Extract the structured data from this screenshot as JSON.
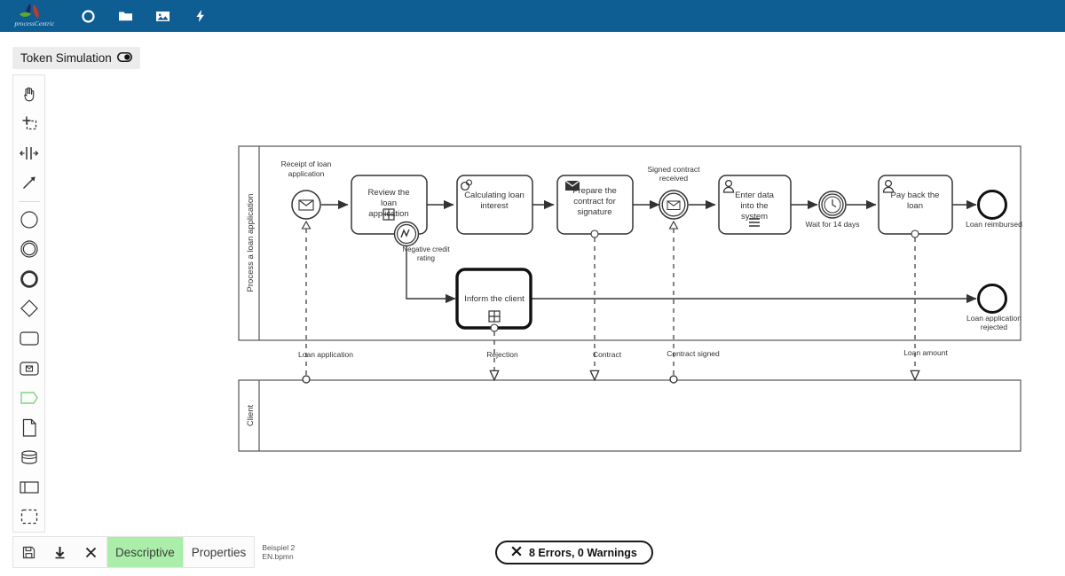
{
  "header": {
    "brand_name": "processCentric",
    "brand_colors": {
      "dark_blue": "#1f2a63",
      "red": "#c0392b",
      "green": "#5aa832",
      "bar": "#0e5d93"
    },
    "icons": [
      {
        "name": "circle-icon",
        "label": "New"
      },
      {
        "name": "folder-icon",
        "label": "Open"
      },
      {
        "name": "image-icon",
        "label": "Export image"
      },
      {
        "name": "lightning-icon",
        "label": "Actions"
      }
    ]
  },
  "token_simulation": {
    "label": "Token Simulation",
    "toggle_icon": "toggle-icon",
    "enabled": false
  },
  "palette": {
    "items": [
      {
        "name": "hand-tool",
        "label": "Activate the hand tool"
      },
      {
        "name": "lasso-tool",
        "label": "Activate the lasso tool"
      },
      {
        "name": "space-tool",
        "label": "Activate the create/remove space tool"
      },
      {
        "name": "global-connect-tool",
        "label": "Activate the global connect tool"
      },
      {
        "name": "start-event",
        "label": "Create StartEvent"
      },
      {
        "name": "intermediate-event",
        "label": "Create Intermediate/Boundary Event"
      },
      {
        "name": "end-event",
        "label": "Create EndEvent"
      },
      {
        "name": "gateway",
        "label": "Create Gateway"
      },
      {
        "name": "task",
        "label": "Create Task"
      },
      {
        "name": "subprocess-expanded",
        "label": "Create expanded SubProcess"
      },
      {
        "name": "data-object",
        "label": "Create DataObjectReference"
      },
      {
        "name": "data-store",
        "label": "Create DataStoreReference"
      },
      {
        "name": "participant",
        "label": "Create Pool/Participant"
      },
      {
        "name": "group",
        "label": "Create Group"
      }
    ],
    "active_item": "data-object",
    "active_color": "#7ed47e"
  },
  "bottom_bar": {
    "icons": [
      {
        "name": "save-icon",
        "label": "Save"
      },
      {
        "name": "download-icon",
        "label": "Download"
      },
      {
        "name": "close-icon",
        "label": "Close"
      }
    ],
    "tabs": [
      {
        "name": "tab-descriptive",
        "label": "Descriptive",
        "active": true
      },
      {
        "name": "tab-properties",
        "label": "Properties",
        "active": false
      }
    ],
    "filename": "Beispiel 2 EN.bpmn"
  },
  "error_badge": {
    "icon": "x-icon",
    "text": "8 Errors, 0 Warnings",
    "errors": 8,
    "warnings": 0
  },
  "diagram": {
    "type": "bpmn-collaboration",
    "pools": [
      {
        "name": "pool-process",
        "label": "Process a loan application"
      },
      {
        "name": "pool-client",
        "label": "Client"
      }
    ],
    "events": [
      {
        "name": "start-event-receipt",
        "label": "Receipt of loan application",
        "event_type": "message-start"
      },
      {
        "name": "boundary-event-negative-credit",
        "label": "Negative credit rating",
        "event_type": "signal-boundary"
      },
      {
        "name": "intermediate-event-signed-contract",
        "label": "Signed contract received",
        "event_type": "message-catch"
      },
      {
        "name": "intermediate-event-wait",
        "label": "Wait for 14 days",
        "event_type": "timer-catch"
      },
      {
        "name": "end-event-loan-reimbursed",
        "label": "Loan reimbursed",
        "event_type": "end"
      },
      {
        "name": "end-event-loan-rejected",
        "label": "Loan application rejected",
        "event_type": "end"
      }
    ],
    "tasks": [
      {
        "name": "task-review-loan",
        "label": "Review the loan application",
        "marker": "subprocess"
      },
      {
        "name": "task-calculating-interest",
        "label": "Calculating loan interest",
        "task_type": "business-rule"
      },
      {
        "name": "task-prepare-contract",
        "label": "Prepare the contract for signature",
        "task_type": "send"
      },
      {
        "name": "task-enter-data",
        "label": "Enter data into the system",
        "task_type": "user",
        "marker": "list"
      },
      {
        "name": "task-pay-back-loan",
        "label": "Pay back the loan",
        "task_type": "user"
      },
      {
        "name": "task-inform-client",
        "label": "Inform the client",
        "marker": "subprocess",
        "selected": true
      }
    ],
    "message_flows": [
      {
        "name": "message-flow-loan-application",
        "label": "Loan application",
        "direction": "up"
      },
      {
        "name": "message-flow-rejection",
        "label": "Rejection",
        "direction": "down"
      },
      {
        "name": "message-flow-contract",
        "label": "Contract",
        "direction": "down"
      },
      {
        "name": "message-flow-contract-signed",
        "label": "Contract signed",
        "direction": "up"
      },
      {
        "name": "message-flow-loan-amount",
        "label": "Loan amount",
        "direction": "down"
      }
    ]
  }
}
